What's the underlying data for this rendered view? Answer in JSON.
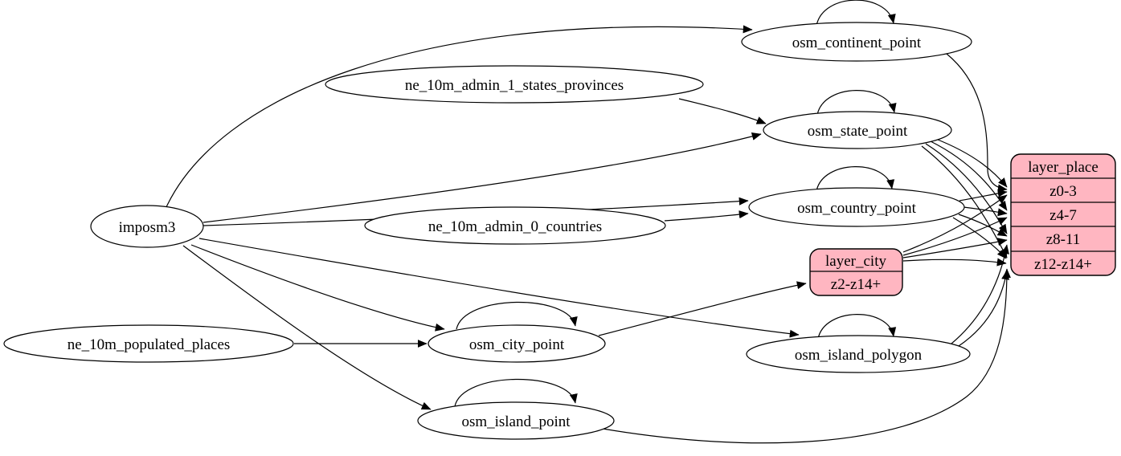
{
  "diagram_type": "etl-dataflow-graph",
  "colors": {
    "background": "#ffffff",
    "node_fill": "#ffffff",
    "record_fill": "#ffb6c1",
    "stroke": "#000000"
  },
  "nodes": {
    "imposm3": {
      "label": "imposm3",
      "shape": "ellipse"
    },
    "ne_10m_admin_1_states_provinces": {
      "label": "ne_10m_admin_1_states_provinces",
      "shape": "ellipse"
    },
    "ne_10m_admin_0_countries": {
      "label": "ne_10m_admin_0_countries",
      "shape": "ellipse"
    },
    "ne_10m_populated_places": {
      "label": "ne_10m_populated_places",
      "shape": "ellipse"
    },
    "osm_continent_point": {
      "label": "osm_continent_point",
      "shape": "ellipse"
    },
    "osm_state_point": {
      "label": "osm_state_point",
      "shape": "ellipse"
    },
    "osm_country_point": {
      "label": "osm_country_point",
      "shape": "ellipse"
    },
    "osm_city_point": {
      "label": "osm_city_point",
      "shape": "ellipse"
    },
    "osm_island_polygon": {
      "label": "osm_island_polygon",
      "shape": "ellipse"
    },
    "osm_island_point": {
      "label": "osm_island_point",
      "shape": "ellipse"
    }
  },
  "records": {
    "layer_city": {
      "header": "layer_city",
      "rows": [
        "z2-z14+"
      ]
    },
    "layer_place": {
      "header": "layer_place",
      "rows": [
        "z0-3",
        "z4-7",
        "z8-11",
        "z12-z14+"
      ]
    }
  },
  "edges": [
    {
      "from": "imposm3",
      "to": "osm_continent_point"
    },
    {
      "from": "imposm3",
      "to": "osm_state_point"
    },
    {
      "from": "imposm3",
      "to": "osm_country_point"
    },
    {
      "from": "imposm3",
      "to": "osm_city_point"
    },
    {
      "from": "imposm3",
      "to": "osm_island_polygon"
    },
    {
      "from": "imposm3",
      "to": "osm_island_point"
    },
    {
      "from": "ne_10m_admin_1_states_provinces",
      "to": "osm_state_point"
    },
    {
      "from": "ne_10m_admin_0_countries",
      "to": "osm_country_point"
    },
    {
      "from": "ne_10m_populated_places",
      "to": "osm_city_point"
    },
    {
      "from": "osm_continent_point",
      "to": "osm_continent_point",
      "self_loop": true
    },
    {
      "from": "osm_state_point",
      "to": "osm_state_point",
      "self_loop": true
    },
    {
      "from": "osm_country_point",
      "to": "osm_country_point",
      "self_loop": true
    },
    {
      "from": "osm_city_point",
      "to": "osm_city_point",
      "self_loop": true
    },
    {
      "from": "osm_island_polygon",
      "to": "osm_island_polygon",
      "self_loop": true
    },
    {
      "from": "osm_island_point",
      "to": "osm_island_point",
      "self_loop": true
    },
    {
      "from": "osm_continent_point",
      "to": "layer_place:z0-3"
    },
    {
      "from": "osm_state_point",
      "to": "layer_place:z0-3"
    },
    {
      "from": "osm_state_point",
      "to": "layer_place:z4-7"
    },
    {
      "from": "osm_state_point",
      "to": "layer_place:z8-11"
    },
    {
      "from": "osm_state_point",
      "to": "layer_place:z12-z14+"
    },
    {
      "from": "osm_country_point",
      "to": "layer_place:z0-3"
    },
    {
      "from": "osm_country_point",
      "to": "layer_place:z4-7"
    },
    {
      "from": "osm_country_point",
      "to": "layer_place:z8-11"
    },
    {
      "from": "osm_country_point",
      "to": "layer_place:z12-z14+"
    },
    {
      "from": "osm_city_point",
      "to": "layer_city:z2-z14+"
    },
    {
      "from": "layer_city",
      "to": "layer_place:z0-3"
    },
    {
      "from": "layer_city",
      "to": "layer_place:z4-7"
    },
    {
      "from": "layer_city",
      "to": "layer_place:z8-11"
    },
    {
      "from": "layer_city",
      "to": "layer_place:z12-z14+"
    },
    {
      "from": "osm_island_polygon",
      "to": "layer_place:z8-11"
    },
    {
      "from": "osm_island_polygon",
      "to": "layer_place:z12-z14+"
    },
    {
      "from": "osm_island_point",
      "to": "layer_place:z12-z14+"
    }
  ]
}
